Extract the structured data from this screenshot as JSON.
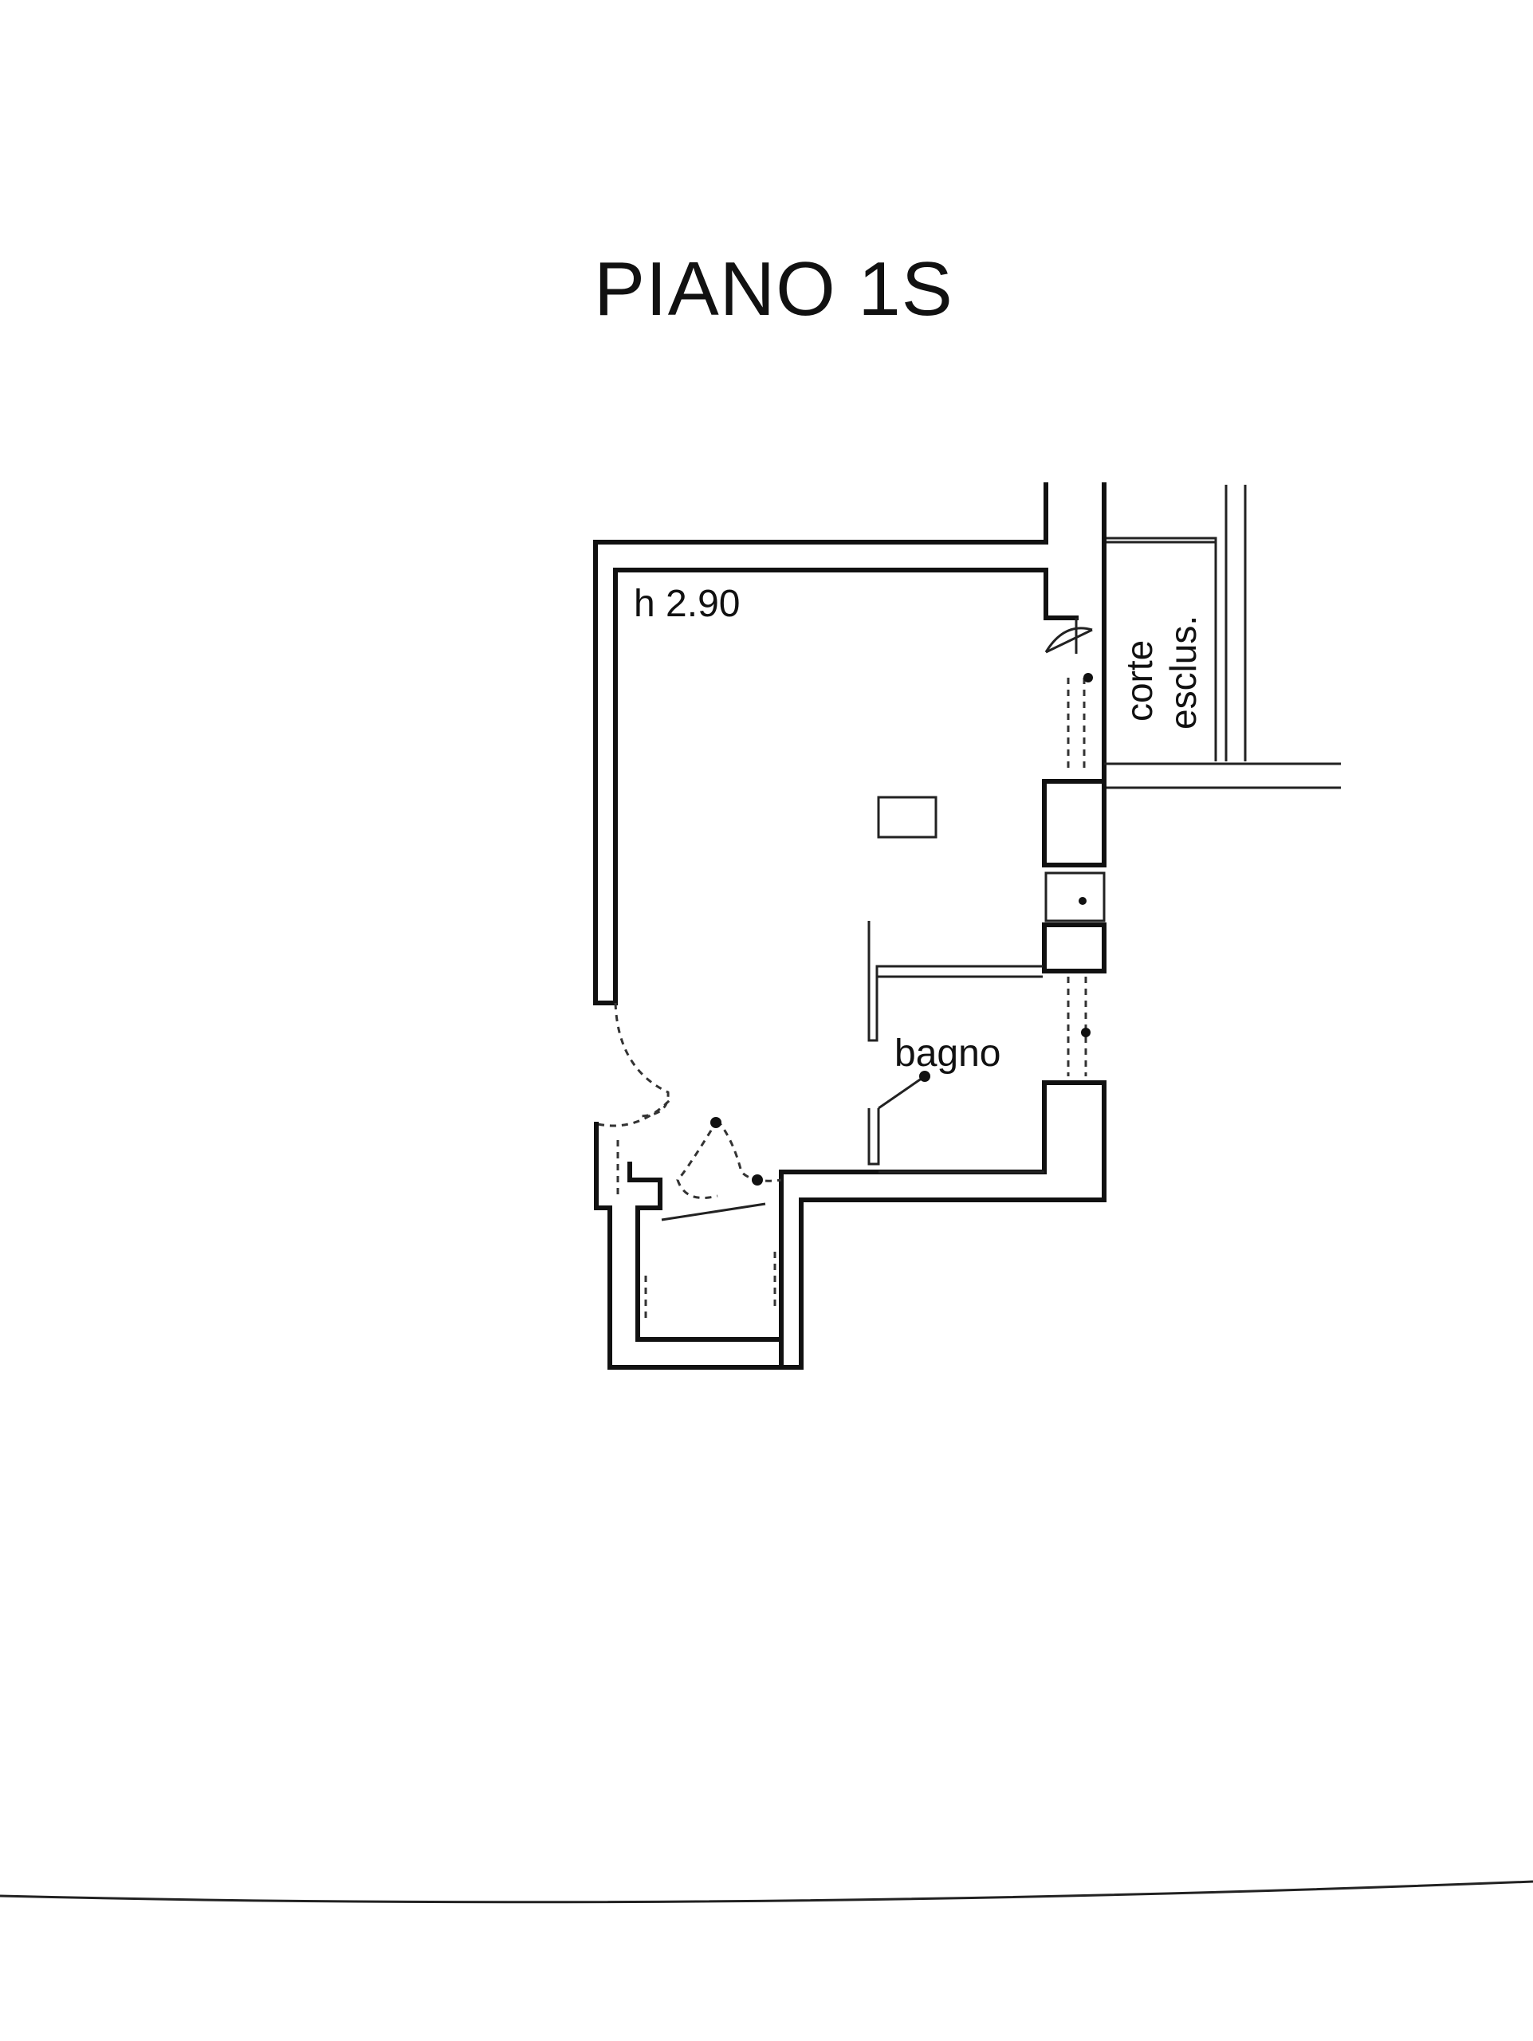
{
  "floor_title": "PIANO 1S",
  "labels": {
    "ceiling_height": "h 2.90",
    "bathroom": "bagno",
    "courtyard_line1": "corte",
    "courtyard_line2": "esclus."
  }
}
